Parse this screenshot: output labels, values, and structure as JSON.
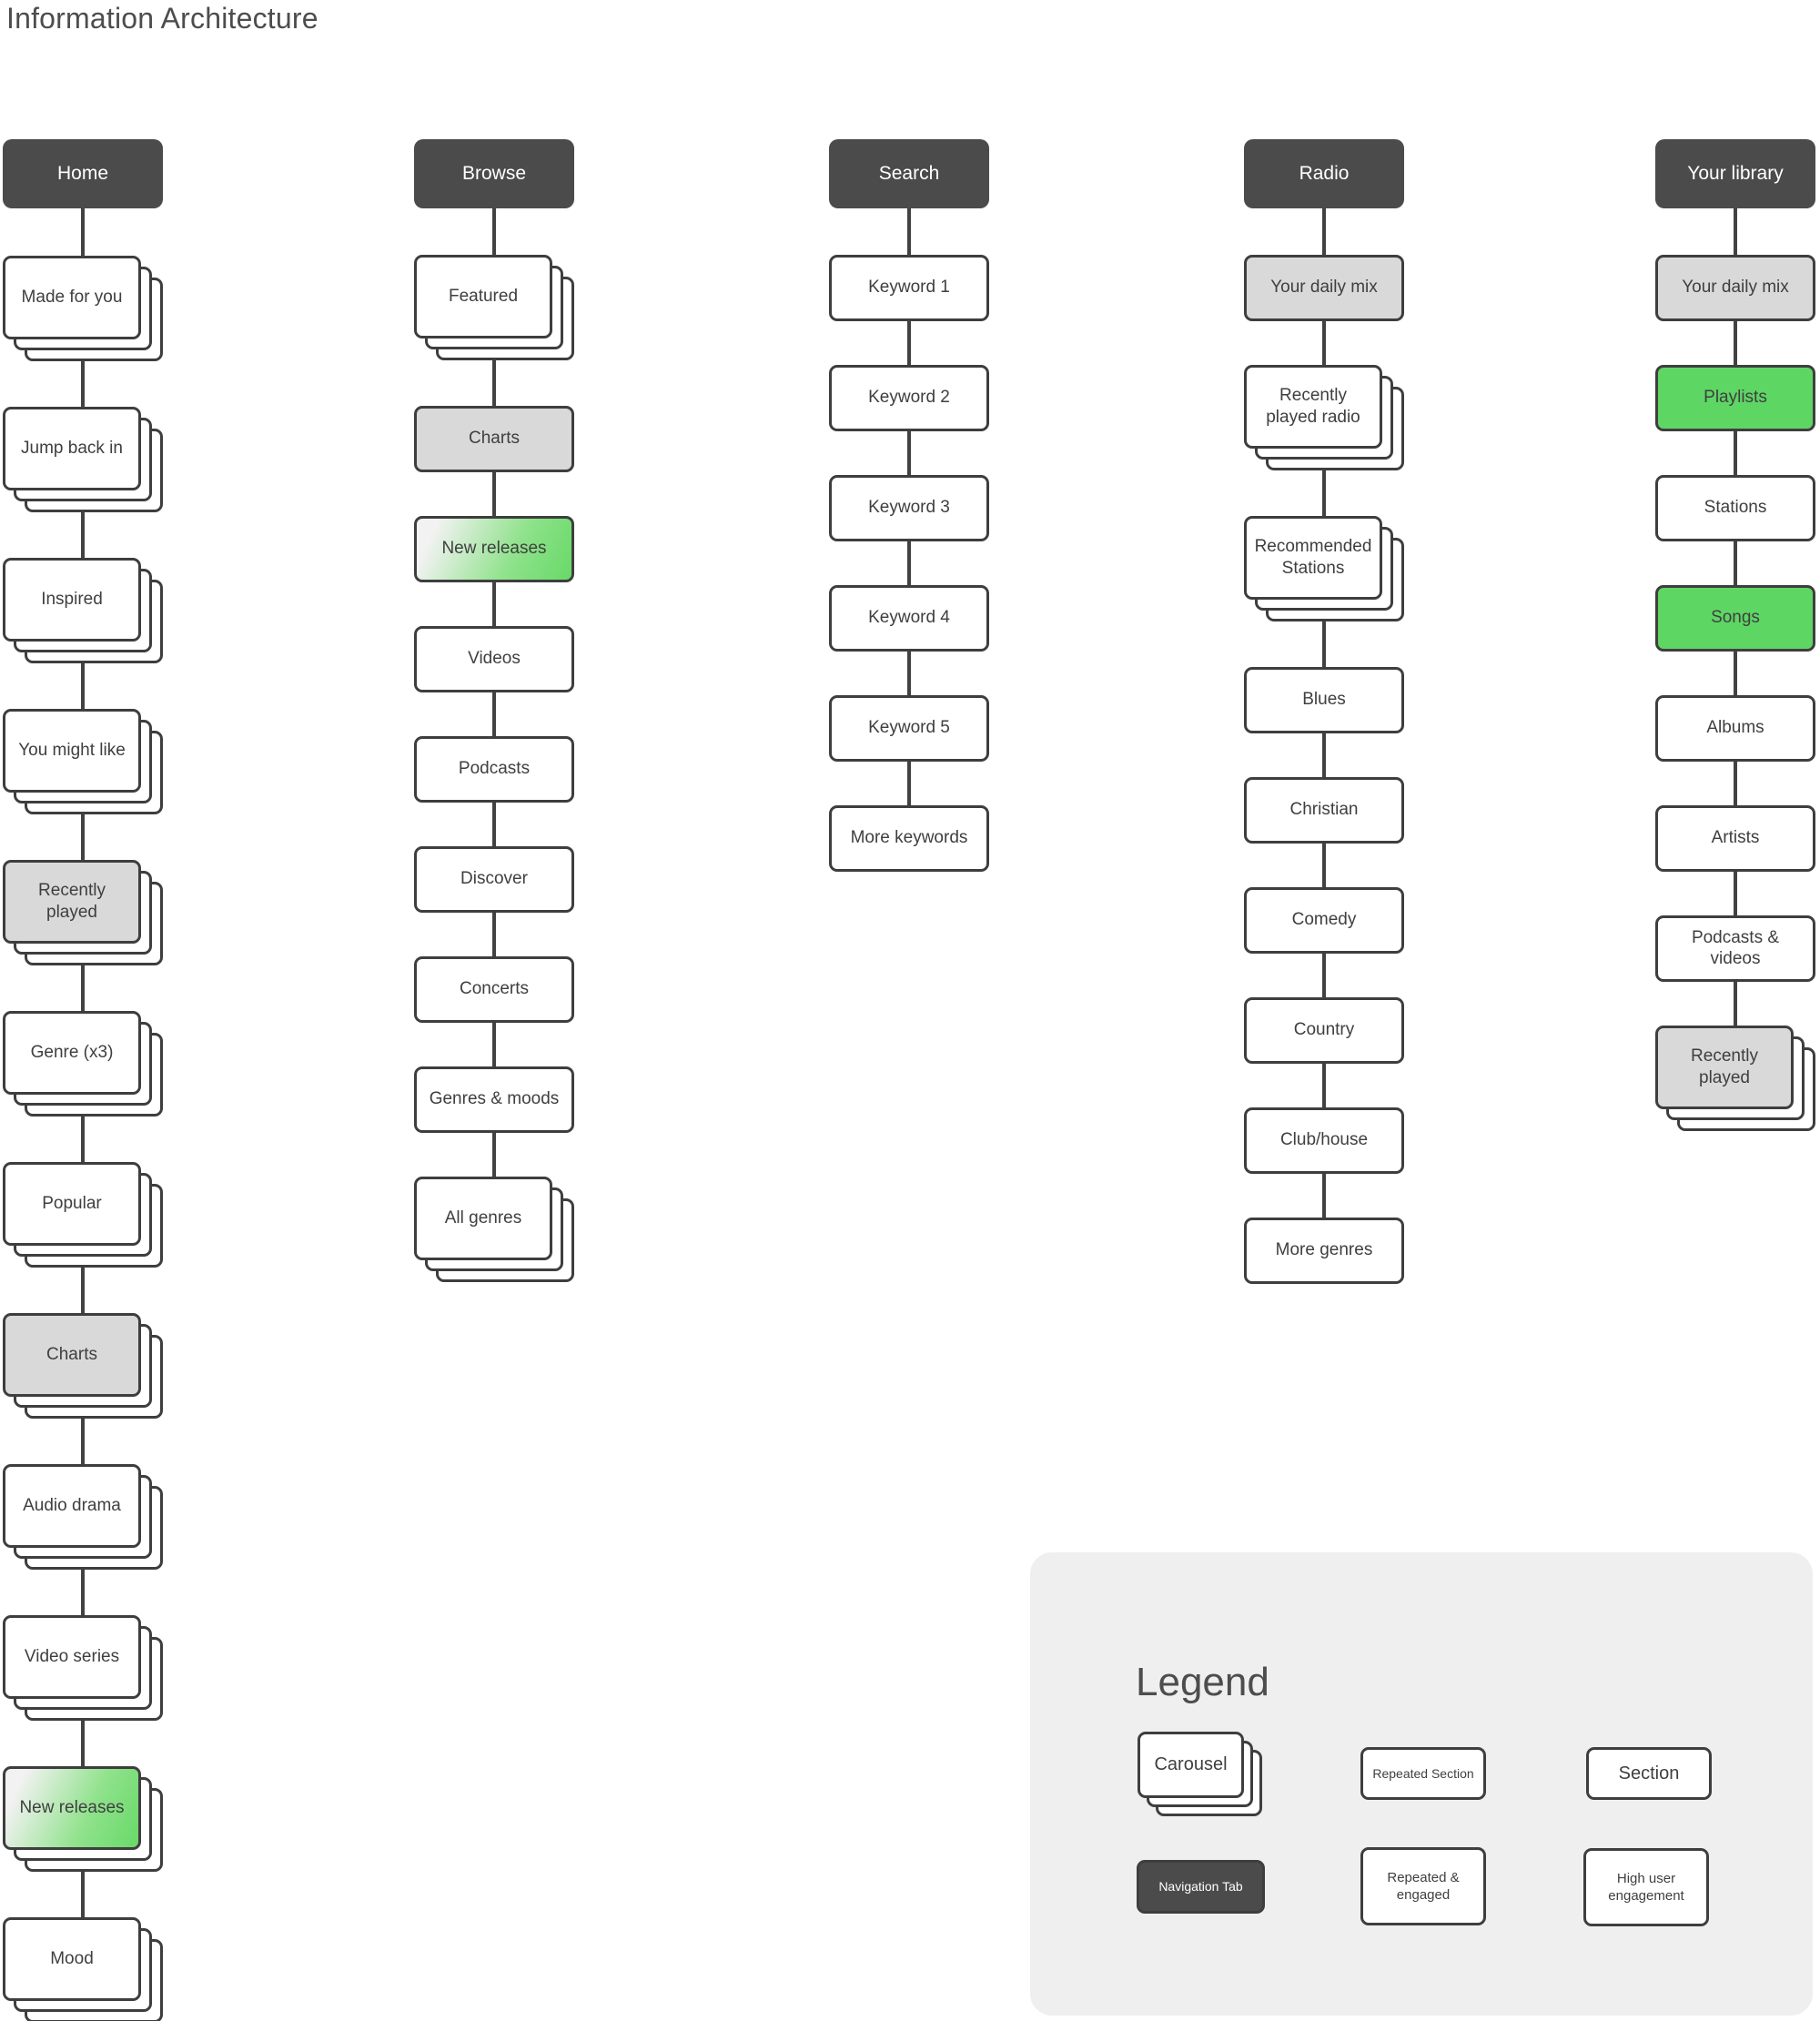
{
  "title": "Information Architecture",
  "colors": {
    "nav_tab_dark": "#4b4b4b",
    "node_border": "#3e3e3e",
    "repeated_gray": "#d9d9d9",
    "engagement_green": "#5ed664",
    "legend_panel_bg": "#efefef",
    "text": "#3f3f3f"
  },
  "columns": [
    {
      "title": "Home",
      "items": [
        {
          "label": "Made for you",
          "type": "carousel",
          "fill": "white"
        },
        {
          "label": "Jump back in",
          "type": "carousel",
          "fill": "white"
        },
        {
          "label": "Inspired",
          "type": "carousel",
          "fill": "white"
        },
        {
          "label": "You might like",
          "type": "carousel",
          "fill": "white"
        },
        {
          "label": "Recently played",
          "type": "carousel",
          "fill": "repeated-gray"
        },
        {
          "label": "Genre (x3)",
          "type": "carousel",
          "fill": "white"
        },
        {
          "label": "Popular",
          "type": "carousel",
          "fill": "white"
        },
        {
          "label": "Charts",
          "type": "carousel",
          "fill": "repeated-gray"
        },
        {
          "label": "Audio drama",
          "type": "carousel",
          "fill": "white"
        },
        {
          "label": "Video series",
          "type": "carousel",
          "fill": "white"
        },
        {
          "label": "New releases",
          "type": "carousel",
          "fill": "repeated-engaged-gradient"
        },
        {
          "label": "Mood",
          "type": "carousel",
          "fill": "white"
        }
      ]
    },
    {
      "title": "Browse",
      "items": [
        {
          "label": "Featured",
          "type": "carousel",
          "fill": "white"
        },
        {
          "label": "Charts",
          "type": "section",
          "fill": "repeated-gray"
        },
        {
          "label": "New releases",
          "type": "section",
          "fill": "repeated-engaged-gradient"
        },
        {
          "label": "Videos",
          "type": "section",
          "fill": "white"
        },
        {
          "label": "Podcasts",
          "type": "section",
          "fill": "white"
        },
        {
          "label": "Discover",
          "type": "section",
          "fill": "white"
        },
        {
          "label": "Concerts",
          "type": "section",
          "fill": "white"
        },
        {
          "label": "Genres & moods",
          "type": "section",
          "fill": "white"
        },
        {
          "label": "All genres",
          "type": "carousel",
          "fill": "white"
        }
      ]
    },
    {
      "title": "Search",
      "items": [
        {
          "label": "Keyword 1",
          "type": "section",
          "fill": "white"
        },
        {
          "label": "Keyword 2",
          "type": "section",
          "fill": "white"
        },
        {
          "label": "Keyword 3",
          "type": "section",
          "fill": "white"
        },
        {
          "label": "Keyword 4",
          "type": "section",
          "fill": "white"
        },
        {
          "label": "Keyword 5",
          "type": "section",
          "fill": "white"
        },
        {
          "label": "More keywords",
          "type": "section",
          "fill": "white"
        }
      ]
    },
    {
      "title": "Radio",
      "items": [
        {
          "label": "Your daily mix",
          "type": "section",
          "fill": "repeated-gray"
        },
        {
          "label": "Recently played radio",
          "type": "carousel",
          "fill": "white"
        },
        {
          "label": "Recommended Stations",
          "type": "carousel",
          "fill": "white"
        },
        {
          "label": "Blues",
          "type": "section",
          "fill": "white"
        },
        {
          "label": "Christian",
          "type": "section",
          "fill": "white"
        },
        {
          "label": "Comedy",
          "type": "section",
          "fill": "white"
        },
        {
          "label": "Country",
          "type": "section",
          "fill": "white"
        },
        {
          "label": "Club/house",
          "type": "section",
          "fill": "white"
        },
        {
          "label": "More genres",
          "type": "section",
          "fill": "white"
        }
      ]
    },
    {
      "title": "Your library",
      "items": [
        {
          "label": "Your daily mix",
          "type": "section",
          "fill": "repeated-gray"
        },
        {
          "label": "Playlists",
          "type": "section",
          "fill": "high-engagement-green"
        },
        {
          "label": "Stations",
          "type": "section",
          "fill": "white"
        },
        {
          "label": "Songs",
          "type": "section",
          "fill": "high-engagement-green"
        },
        {
          "label": "Albums",
          "type": "section",
          "fill": "white"
        },
        {
          "label": "Artists",
          "type": "section",
          "fill": "white"
        },
        {
          "label": "Podcasts & videos",
          "type": "section",
          "fill": "white"
        },
        {
          "label": "Recently played",
          "type": "carousel",
          "fill": "repeated-gray"
        }
      ]
    }
  ],
  "legend": {
    "title": "Legend",
    "items": [
      {
        "label": "Carousel",
        "type": "carousel"
      },
      {
        "label": "Repeated Section",
        "type": "repeated-section"
      },
      {
        "label": "Section",
        "type": "section"
      },
      {
        "label": "Navigation Tab",
        "type": "navigation-tab"
      },
      {
        "label": "Repeated & engaged",
        "type": "repeated-engaged"
      },
      {
        "label": "High user engagement",
        "type": "high-user-engagement"
      }
    ]
  }
}
